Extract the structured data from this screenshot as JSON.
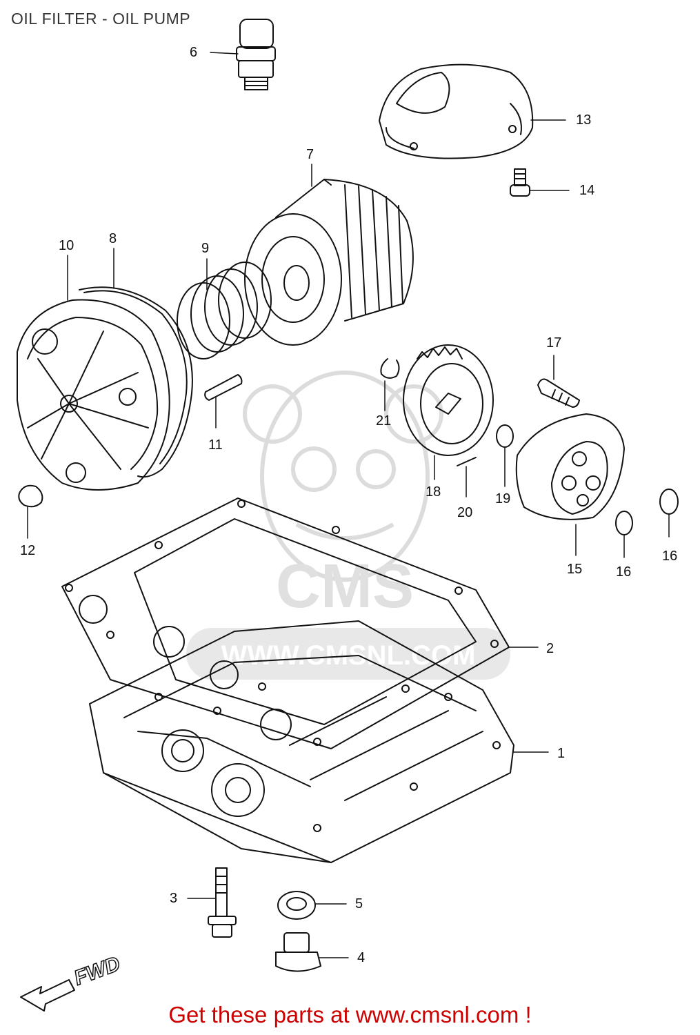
{
  "title": "OIL FILTER - OIL PUMP",
  "watermark": {
    "text": "WWW.CMSNL.COM",
    "logo_text": "CMS"
  },
  "direction_label": "FWD",
  "cta": {
    "text": "Get these parts at www.cmsnl.com !",
    "color": "#cc0000"
  },
  "colors": {
    "line": "#111111",
    "watermark": "#d9d9d9"
  },
  "callouts": {
    "c1": "1",
    "c2": "2",
    "c3": "3",
    "c4": "4",
    "c5": "5",
    "c6": "6",
    "c7": "7",
    "c8": "8",
    "c9": "9",
    "c10": "10",
    "c11": "11",
    "c12": "12",
    "c13": "13",
    "c14": "14",
    "c15": "15",
    "c16a": "16",
    "c16b": "16",
    "c17": "17",
    "c18": "18",
    "c19": "19",
    "c20": "20",
    "c21": "21"
  }
}
